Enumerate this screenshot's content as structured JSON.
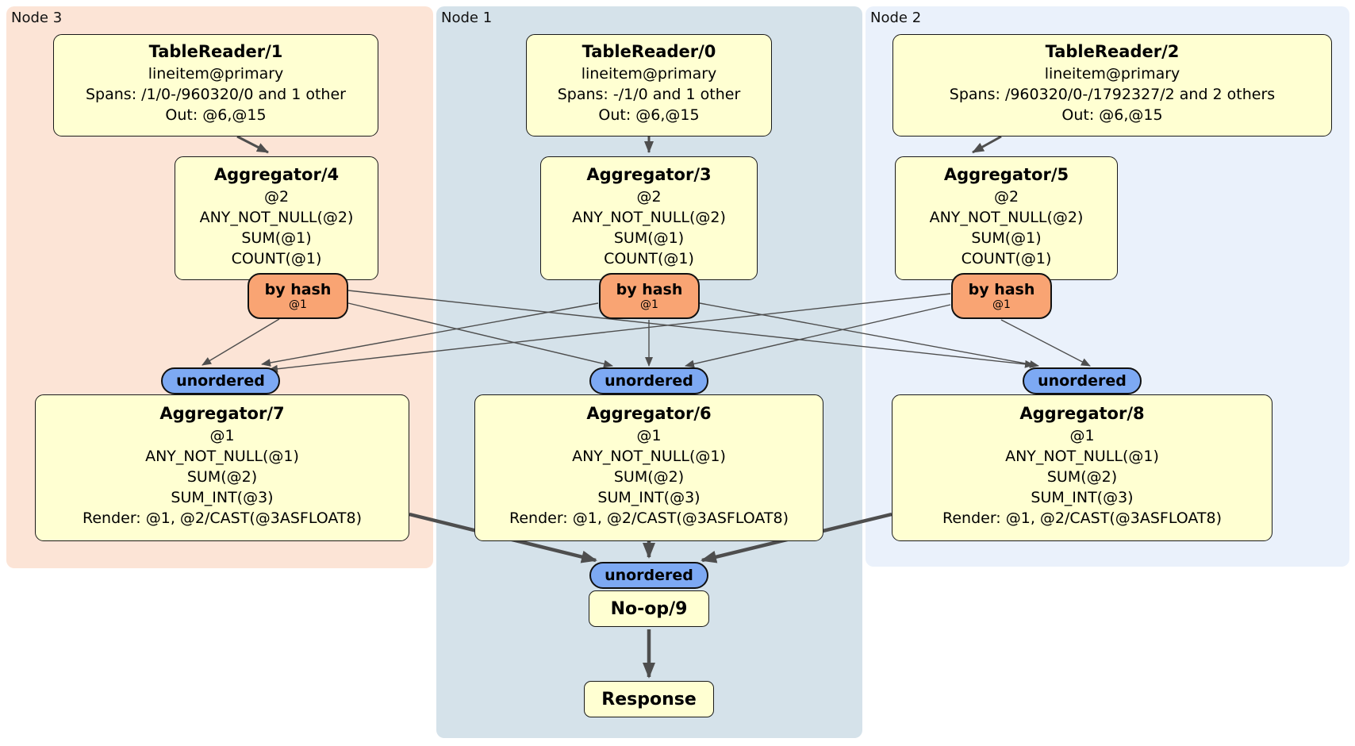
{
  "panels": [
    {
      "label": "Node 3"
    },
    {
      "label": "Node 1"
    },
    {
      "label": "Node 2"
    }
  ],
  "readers": [
    {
      "title": "TableReader/1",
      "index": "lineitem@primary",
      "spans": "Spans: /1/0-/960320/0 and 1 other",
      "out": "Out: @6,@15"
    },
    {
      "title": "TableReader/0",
      "index": "lineitem@primary",
      "spans": "Spans: -/1/0 and 1 other",
      "out": "Out: @6,@15"
    },
    {
      "title": "TableReader/2",
      "index": "lineitem@primary",
      "spans": "Spans: /960320/0-/1792327/2 and 2 others",
      "out": "Out: @6,@15"
    }
  ],
  "stage1_aggregators": [
    {
      "title": "Aggregator/4",
      "group": "@2",
      "lines": [
        "ANY_NOT_NULL(@2)",
        "SUM(@1)",
        "COUNT(@1)"
      ]
    },
    {
      "title": "Aggregator/3",
      "group": "@2",
      "lines": [
        "ANY_NOT_NULL(@2)",
        "SUM(@1)",
        "COUNT(@1)"
      ]
    },
    {
      "title": "Aggregator/5",
      "group": "@2",
      "lines": [
        "ANY_NOT_NULL(@2)",
        "SUM(@1)",
        "COUNT(@1)"
      ]
    }
  ],
  "routers": [
    {
      "label": "by hash",
      "key": "@1"
    },
    {
      "label": "by hash",
      "key": "@1"
    },
    {
      "label": "by hash",
      "key": "@1"
    }
  ],
  "sync_label": "unordered",
  "stage2_aggregators": [
    {
      "title": "Aggregator/7",
      "group": "@1",
      "lines": [
        "ANY_NOT_NULL(@1)",
        "SUM(@2)",
        "SUM_INT(@3)",
        "Render: @1, @2/CAST(@3ASFLOAT8)"
      ]
    },
    {
      "title": "Aggregator/6",
      "group": "@1",
      "lines": [
        "ANY_NOT_NULL(@1)",
        "SUM(@2)",
        "SUM_INT(@3)",
        "Render: @1, @2/CAST(@3ASFLOAT8)"
      ]
    },
    {
      "title": "Aggregator/8",
      "group": "@1",
      "lines": [
        "ANY_NOT_NULL(@1)",
        "SUM(@2)",
        "SUM_INT(@3)",
        "Render: @1, @2/CAST(@3ASFLOAT8)"
      ]
    }
  ],
  "final": {
    "noop_title": "No-op/9",
    "response_title": "Response"
  },
  "colors": {
    "panel_node3": "#fce4d6",
    "panel_node1": "#d5e2ea",
    "panel_node2": "#eaf1fb",
    "processor_fill": "#ffffd2",
    "router_fill": "#f9a473",
    "sync_fill": "#7da9f3",
    "edge": "#4e4e4e"
  }
}
